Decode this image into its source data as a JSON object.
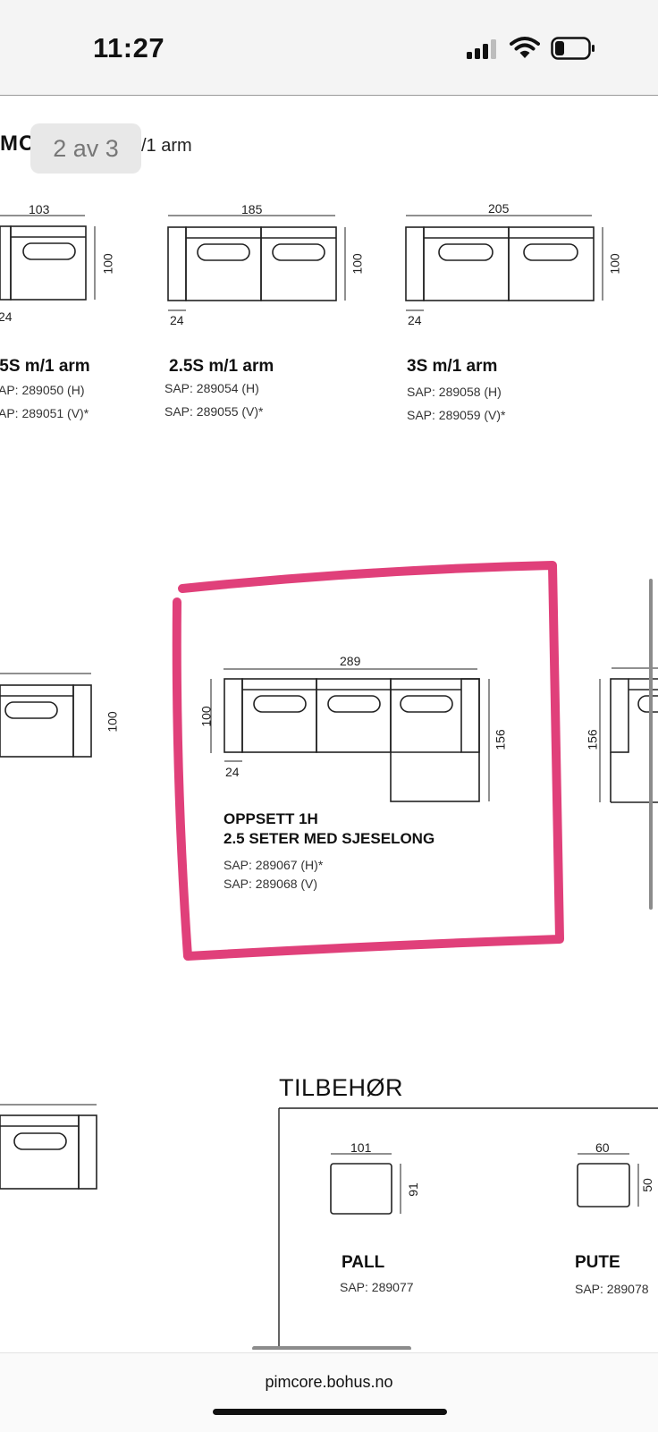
{
  "status": {
    "time": "11:27"
  },
  "viewer": {
    "page_indicator": "2 av 3",
    "header_left": "MO",
    "header_right": "/1 arm"
  },
  "row1": [
    {
      "width": "103",
      "depth": "100",
      "arm": "24",
      "title": ".5S m/1 arm",
      "sap1": "AP: 289050 (H)",
      "sap2": "AP: 289051 (V)*"
    },
    {
      "width": "185",
      "depth": "100",
      "arm": "24",
      "title": "2.5S m/1 arm",
      "sap1": "SAP: 289054 (H)",
      "sap2": "SAP: 289055 (V)*"
    },
    {
      "width": "205",
      "depth": "100",
      "arm": "24",
      "title": "3S m/1 arm",
      "sap1": "SAP: 289058 (H)",
      "sap2": "SAP: 289059 (V)*"
    }
  ],
  "row2": {
    "left_depth": "100",
    "main": {
      "width": "289",
      "depth": "100",
      "chaise": "156",
      "arm": "24",
      "title1": "OPPSETT 1H",
      "title2": "2.5 SETER MED SJESELONG",
      "sap1": "SAP:  289067 (H)*",
      "sap2": "SAP:  289068 (V)"
    },
    "right_depth": "156"
  },
  "accessories": {
    "heading": "TILBEHØR",
    "items": [
      {
        "width": "101",
        "depth": "91",
        "title": "PALL",
        "sap": "SAP: 289077"
      },
      {
        "width": "60",
        "depth": "50",
        "title": "PUTE",
        "sap": "SAP: 289078"
      }
    ]
  },
  "browser": {
    "url": "pimcore.bohus.no"
  },
  "colors": {
    "highlight": "#e0407a",
    "line": "#222222"
  }
}
